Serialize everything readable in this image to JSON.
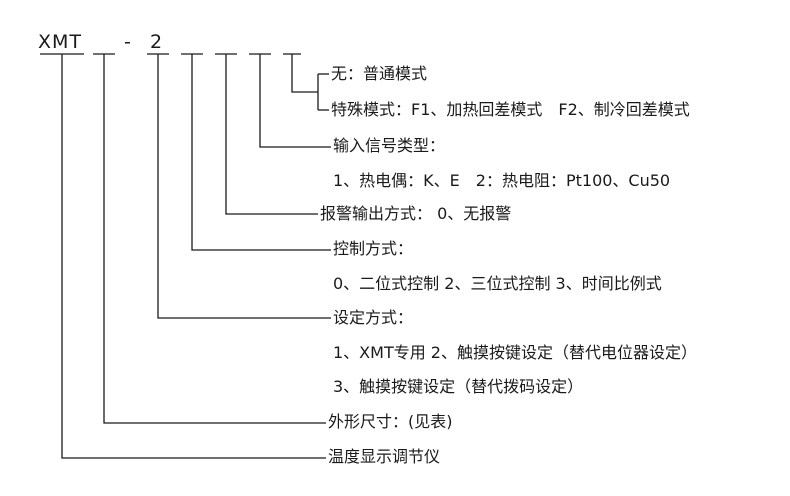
{
  "model_code": {
    "prefix": "XMT",
    "dash": "-",
    "digit": "2"
  },
  "labels": {
    "mode_none": "无：普通模式",
    "mode_special": "特殊模式：F1、加热回差模式　F2、制冷回差模式",
    "input_type_title": "输入信号类型：",
    "input_type_options": "1、热电偶：K、E　2：热电阻：Pt100、Cu50",
    "alarm_output": "报警输出方式：  0、无报警",
    "control_title": "控制方式：",
    "control_options": "0、二位式控制 2、三位式控制 3、时间比例式",
    "setting_title": "设定方式：",
    "setting_options_1": "1、XMT专用  2、触摸按键设定（替代电位器设定）",
    "setting_options_2": "3、触摸按键设定（替代拨码设定）",
    "size": "外形尺寸：(见表)",
    "product": "温度显示调节仪"
  },
  "colors": {
    "line": "#1a1a1a",
    "text": "#1a1a1a"
  }
}
